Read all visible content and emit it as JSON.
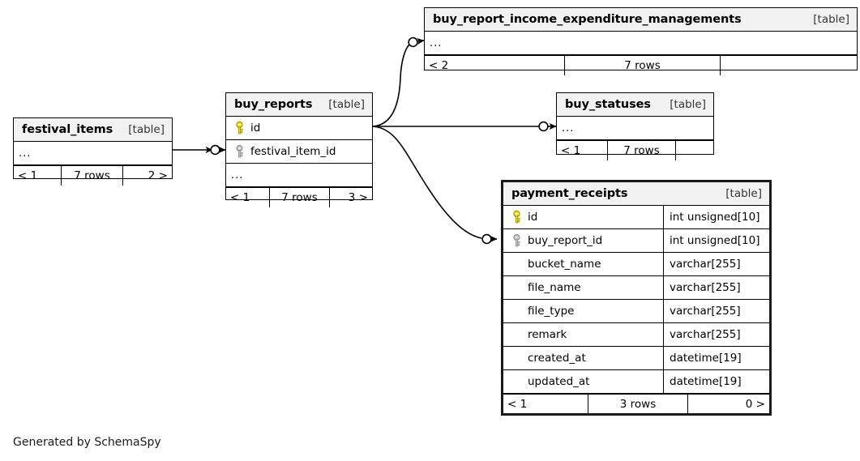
{
  "diagram": {
    "kind_label": "[table]",
    "caption": "Generated by SchemaSpy",
    "colors": {
      "primary_key": "#f2e40c",
      "foreign_key": "#bfbfbf",
      "header_bg": "#f2f2f2",
      "border": "#000000",
      "focal_border": "#1a1a1a",
      "canvas": "#ffffff"
    }
  },
  "tables": {
    "buy_report_income_expenditure_managements": {
      "name": "buy_report_income_expenditure_managements",
      "kind": "[table]",
      "columns": [
        {
          "name": "...",
          "type": "",
          "key": "none",
          "ellipsis": true
        }
      ],
      "footer": {
        "left": "< 2",
        "middle": "7 rows",
        "right": ""
      }
    },
    "buy_reports": {
      "name": "buy_reports",
      "kind": "[table]",
      "columns": [
        {
          "name": "id",
          "type": "",
          "key": "primary",
          "ellipsis": false
        },
        {
          "name": "festival_item_id",
          "type": "",
          "key": "foreign",
          "ellipsis": false
        },
        {
          "name": "...",
          "type": "",
          "key": "none",
          "ellipsis": true
        }
      ],
      "footer": {
        "left": "< 1",
        "middle": "7 rows",
        "right": "3 >"
      }
    },
    "buy_statuses": {
      "name": "buy_statuses",
      "kind": "[table]",
      "columns": [
        {
          "name": "...",
          "type": "",
          "key": "none",
          "ellipsis": true
        }
      ],
      "footer": {
        "left": "< 1",
        "middle": "7 rows",
        "right": ""
      }
    },
    "festival_items": {
      "name": "festival_items",
      "kind": "[table]",
      "columns": [
        {
          "name": "...",
          "type": "",
          "key": "none",
          "ellipsis": true
        }
      ],
      "footer": {
        "left": "< 1",
        "middle": "7 rows",
        "right": "2 >"
      }
    },
    "payment_receipts": {
      "name": "payment_receipts",
      "kind": "[table]",
      "focal": true,
      "columns": [
        {
          "name": "id",
          "type": "int unsigned[10]",
          "key": "primary",
          "ellipsis": false
        },
        {
          "name": "buy_report_id",
          "type": "int unsigned[10]",
          "key": "foreign",
          "ellipsis": false
        },
        {
          "name": "bucket_name",
          "type": "varchar[255]",
          "key": "none",
          "ellipsis": false
        },
        {
          "name": "file_name",
          "type": "varchar[255]",
          "key": "none",
          "ellipsis": false
        },
        {
          "name": "file_type",
          "type": "varchar[255]",
          "key": "none",
          "ellipsis": false
        },
        {
          "name": "remark",
          "type": "varchar[255]",
          "key": "none",
          "ellipsis": false
        },
        {
          "name": "created_at",
          "type": "datetime[19]",
          "key": "none",
          "ellipsis": false
        },
        {
          "name": "updated_at",
          "type": "datetime[19]",
          "key": "none",
          "ellipsis": false
        }
      ],
      "footer": {
        "left": "< 1",
        "middle": "3 rows",
        "right": "0 >"
      }
    }
  },
  "relationships": [
    {
      "from": "festival_items",
      "to": "buy_reports",
      "to_column": "festival_item_id"
    },
    {
      "from": "buy_reports",
      "to": "buy_report_income_expenditure_managements",
      "to_column": "..."
    },
    {
      "from": "buy_reports",
      "to": "buy_statuses",
      "to_column": "..."
    },
    {
      "from": "buy_reports",
      "to": "payment_receipts",
      "to_column": "buy_report_id"
    }
  ]
}
